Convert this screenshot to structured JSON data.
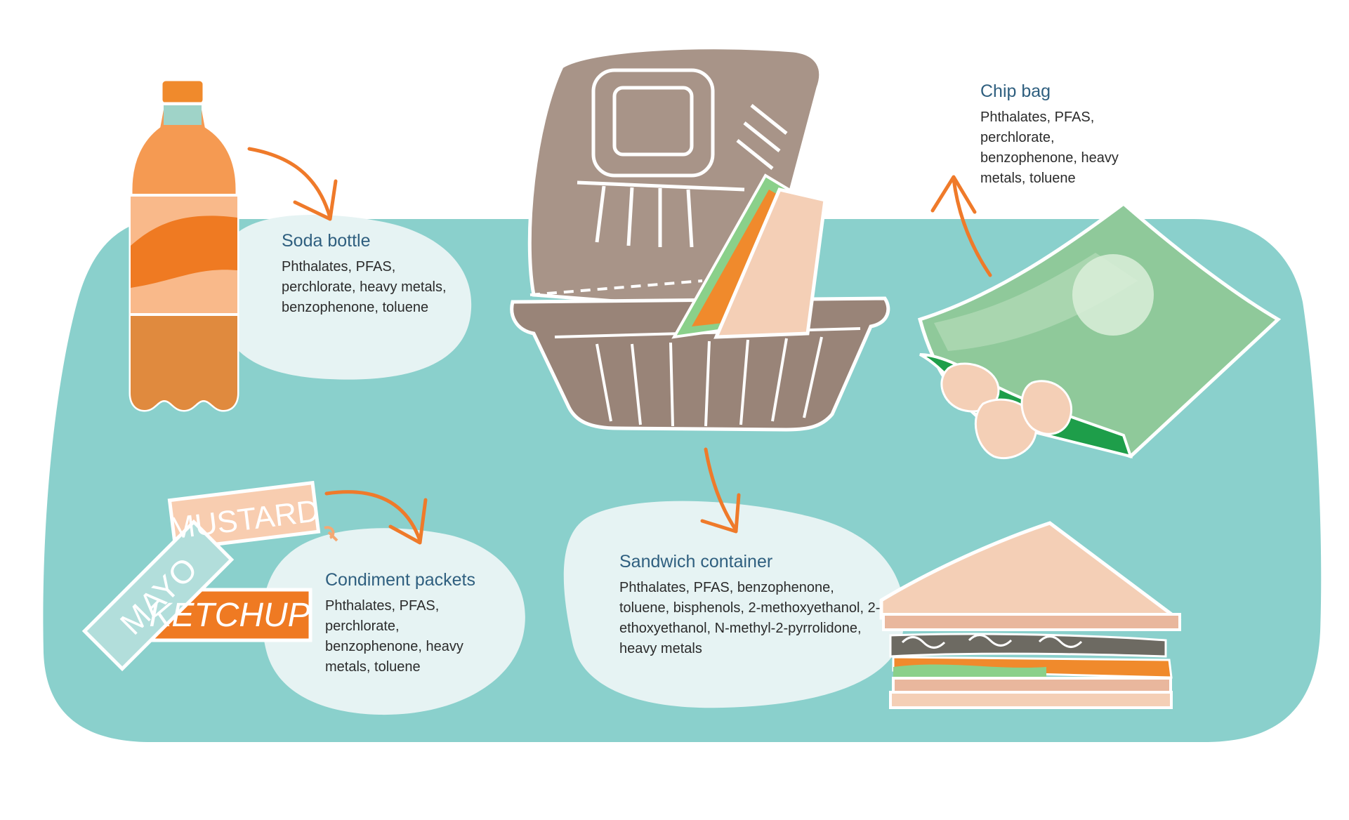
{
  "items": [
    {
      "id": "soda-bottle",
      "title": "Soda bottle",
      "chemicals": "Phthalates, PFAS, perchlorate, heavy metals, benzophenone, toluene"
    },
    {
      "id": "chip-bag",
      "title": "Chip bag",
      "chemicals": "Phthalates, PFAS, perchlorate, benzophenone, heavy metals, toluene"
    },
    {
      "id": "condiment-packets",
      "title": "Condiment packets",
      "chemicals": "Phthalates, PFAS, perchlorate, benzophenone, heavy metals, toluene"
    },
    {
      "id": "sandwich-container",
      "title": "Sandwich container",
      "chemicals": "Phthalates, PFAS, benzophenone, toluene, bisphenols, 2-methoxyethanol, 2-ethoxyethanol, N-methyl-2-pyrrolidone, heavy metals"
    }
  ],
  "packet_labels": {
    "mayo": "MAYO",
    "mustard": "MUSTARD",
    "ketchup": "KETCHUP"
  },
  "colors": {
    "tray": "#8ad0cc",
    "bubble": "#e6f3f3",
    "arrow": "#ef7a2a",
    "title_text": "#2f5f7f",
    "container": "#a89488",
    "chip_bag": "#8fc99a",
    "chip_bag_inner": "#1e9e4a",
    "bread": "#f4cfb6",
    "orange": "#f08a2c"
  },
  "icons": [
    "soda-bottle-icon",
    "clamshell-container-icon",
    "chip-bag-icon",
    "condiment-packets-icon",
    "sandwich-icon"
  ]
}
